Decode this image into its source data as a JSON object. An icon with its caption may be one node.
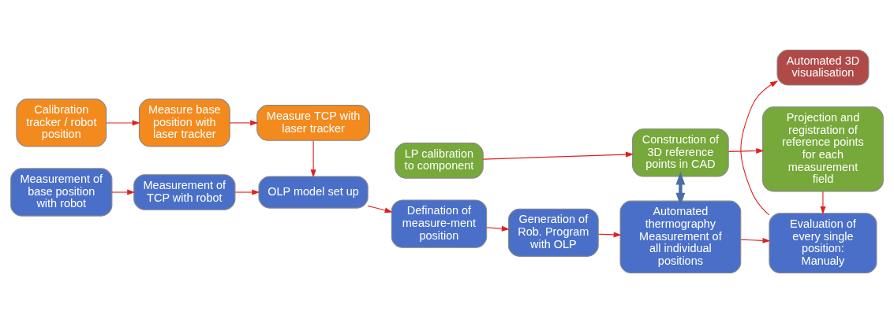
{
  "diagram": {
    "nodes": [
      {
        "text": [
          "Calibration tracker / robot position"
        ]
      },
      {
        "text": [
          "Measure base position with laser tracker"
        ]
      },
      {
        "text": [
          "Measure TCP with laser tracker"
        ]
      },
      {
        "text": [
          "LP calibration to component"
        ]
      },
      {
        "text": [
          "Construction of 3D reference points in CAD"
        ]
      },
      {
        "text": [
          "Projection and registration of reference points for each measurement field"
        ]
      },
      {
        "text": [
          "Measurement of base position with robot"
        ]
      },
      {
        "text": [
          "Measurement of TCP with robot"
        ]
      },
      {
        "text": [
          "OLP model set up"
        ]
      },
      {
        "text": [
          "Defination of measure-ment position"
        ]
      },
      {
        "text": [
          "Generation of Rob. Program with OLP"
        ]
      },
      {
        "text": [
          "Automated thermography Measurement of all individual positions"
        ]
      },
      {
        "text": [
          "Evaluation of every single position: Manualy"
        ]
      },
      {
        "text": [
          "Automated 3D visualisation"
        ]
      }
    ],
    "edges": [
      {
        "from": 0,
        "to": 1,
        "arrow": "to"
      },
      {
        "from": 1,
        "to": 2,
        "arrow": "to"
      },
      {
        "from": 2,
        "to": 8,
        "arrow": "to"
      },
      {
        "from": 3,
        "to": 4,
        "arrow": "to"
      },
      {
        "from": 4,
        "to": 5,
        "arrow": "to"
      },
      {
        "from": 5,
        "to": 12,
        "arrow": "to"
      },
      {
        "from": 6,
        "to": 7,
        "arrow": "to"
      },
      {
        "from": 7,
        "to": 8,
        "arrow": "to"
      },
      {
        "from": 8,
        "to": 9,
        "arrow": "to"
      },
      {
        "from": 9,
        "to": 10,
        "arrow": "to"
      },
      {
        "from": 10,
        "to": 11,
        "arrow": "to"
      },
      {
        "from": 11,
        "to": 12,
        "arrow": "to"
      },
      {
        "from": 12,
        "to": 13,
        "arrow": "to"
      },
      {
        "from": 4,
        "to": 11,
        "arrow": "both",
        "style": "thick",
        "color": "#4a6fa5"
      }
    ]
  }
}
